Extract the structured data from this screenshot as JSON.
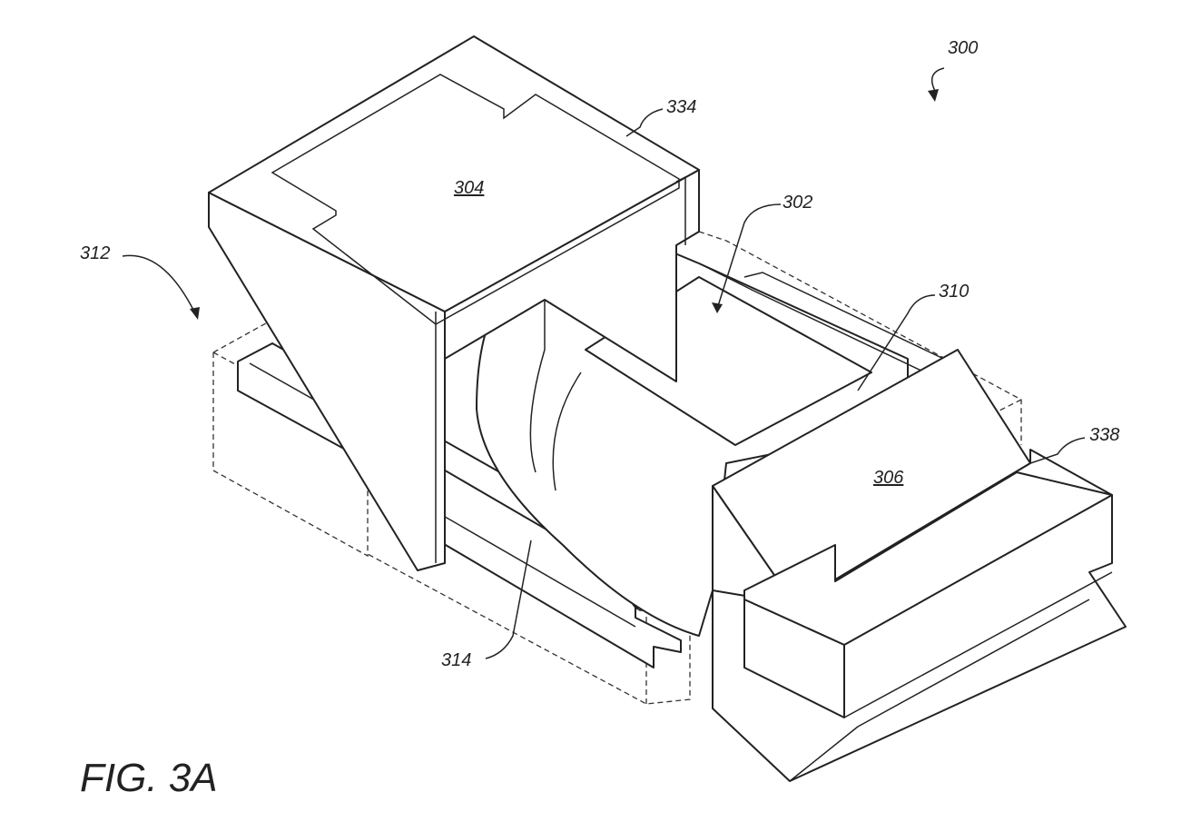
{
  "figure": {
    "title": "FIG. 3A",
    "labels": {
      "assembly": "300",
      "hopper": "304",
      "hopper_rim": "334",
      "drum": "302",
      "left_region": "312",
      "gap": "310",
      "output_block": "306",
      "base_block": "338",
      "rail": "314"
    }
  }
}
